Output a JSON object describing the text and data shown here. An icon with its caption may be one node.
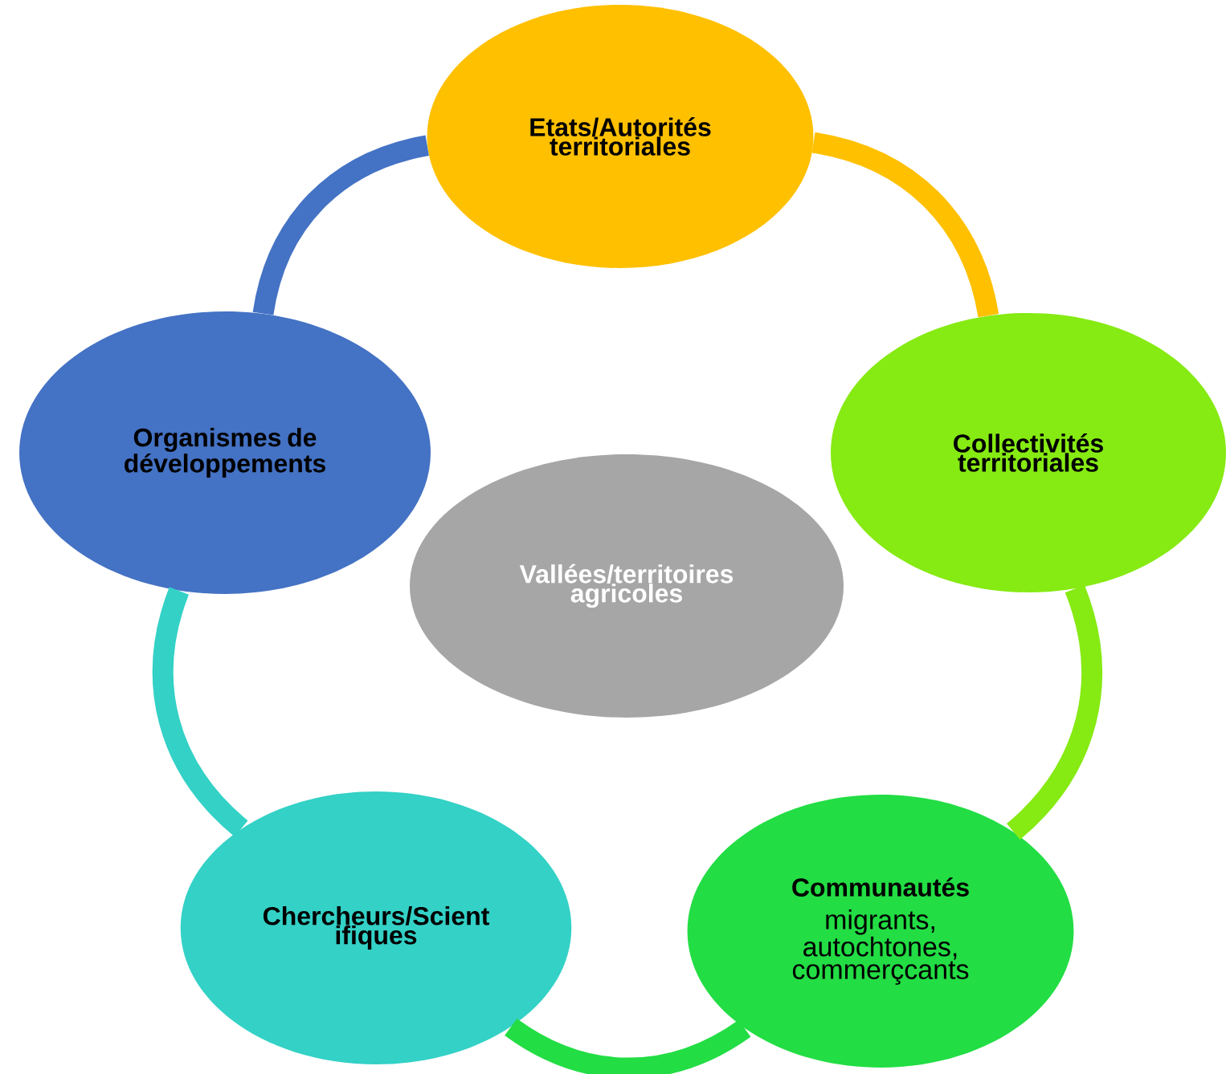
{
  "diagram": {
    "nodes": [
      {
        "text": [
          "Etats/Autorités territoriales"
        ]
      },
      {
        "text": [
          "Organismes de développements"
        ]
      },
      {
        "text": [
          "Collectivités territoriales"
        ]
      },
      {
        "text": [
          "Vallées/territoires agricoles"
        ]
      },
      {
        "text": [
          "Chercheurs/Scient ifiques"
        ]
      },
      {
        "text": [
          "Communautés",
          "migrants, autochtones, commerçcants"
        ]
      }
    ],
    "edges": [
      {
        "from": 0,
        "to": 2,
        "arrow": "none",
        "color": "#ffc000"
      },
      {
        "from": 2,
        "to": 5,
        "arrow": "none",
        "color": "#86ea13"
      },
      {
        "from": 5,
        "to": 4,
        "arrow": "none",
        "color": "#22dd44"
      },
      {
        "from": 4,
        "to": 1,
        "arrow": "none",
        "color": "#33d1c6"
      },
      {
        "from": 1,
        "to": 0,
        "arrow": "none",
        "color": "#4472c4"
      }
    ]
  }
}
